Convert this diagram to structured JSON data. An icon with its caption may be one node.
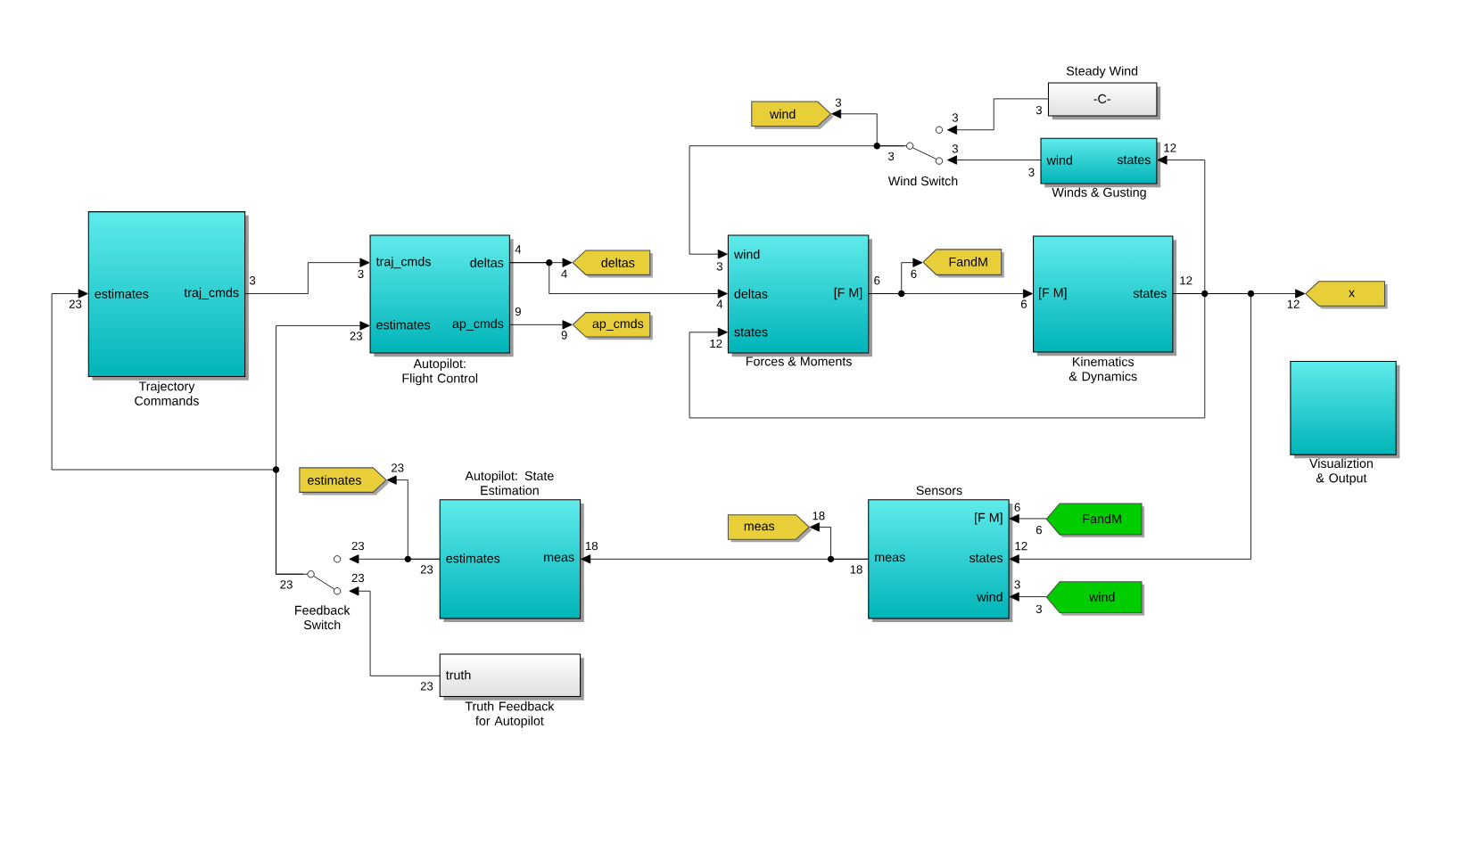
{
  "diagram": {
    "nodes": [
      {
        "text": [
          "estimates",
          "traj_cmds",
          "Trajectory Commands"
        ]
      },
      {
        "text": [
          "traj_cmds",
          "deltas",
          "estimates",
          "ap_cmds",
          "Autopilot: Flight Control"
        ]
      },
      {
        "text": [
          "deltas"
        ]
      },
      {
        "text": [
          "ap_cmds"
        ]
      },
      {
        "text": [
          "wind",
          "deltas",
          "states",
          "[F M]",
          "Forces & Moments"
        ]
      },
      {
        "text": [
          "FandM"
        ]
      },
      {
        "text": [
          "[F M]",
          "states",
          "Kinematics & Dynamics"
        ]
      },
      {
        "text": [
          "x"
        ]
      },
      {
        "text": [
          "wind"
        ]
      },
      {
        "text": [
          "Wind Switch"
        ]
      },
      {
        "text": [
          "Steady Wind",
          "-C-"
        ]
      },
      {
        "text": [
          "wind",
          "states",
          "Winds & Gusting"
        ]
      },
      {
        "text": [
          "Visualiztion & Output"
        ]
      },
      {
        "text": [
          "estimates"
        ]
      },
      {
        "text": [
          "Autopilot: State Estimation",
          "estimates",
          "meas"
        ]
      },
      {
        "text": [
          "Feedback Switch"
        ]
      },
      {
        "text": [
          "truth",
          "Truth Feedback for Autopilot"
        ]
      },
      {
        "text": [
          "meas"
        ]
      },
      {
        "text": [
          "Sensors",
          "meas",
          "[F M]",
          "states",
          "wind"
        ]
      },
      {
        "text": [
          "FandM"
        ]
      },
      {
        "text": [
          "wind"
        ]
      }
    ],
    "edges": [
      {
        "from": 0,
        "to": 1,
        "arrow": "to"
      },
      {
        "from": 1,
        "to": 2,
        "arrow": "to"
      },
      {
        "from": 1,
        "to": 4,
        "arrow": "to"
      },
      {
        "from": 1,
        "to": 3,
        "arrow": "to"
      },
      {
        "from": 4,
        "to": 5,
        "arrow": "to"
      },
      {
        "from": 4,
        "to": 6,
        "arrow": "to"
      },
      {
        "from": 6,
        "to": 7,
        "arrow": "to"
      },
      {
        "from": 6,
        "to": 4,
        "arrow": "to"
      },
      {
        "from": 6,
        "to": 11,
        "arrow": "to"
      },
      {
        "from": 6,
        "to": 18,
        "arrow": "to"
      },
      {
        "from": 11,
        "to": 9,
        "arrow": "to"
      },
      {
        "from": 10,
        "to": 9,
        "arrow": "to"
      },
      {
        "from": 9,
        "to": 4,
        "arrow": "to"
      },
      {
        "from": 9,
        "to": 8,
        "arrow": "to"
      },
      {
        "from": 18,
        "to": 14,
        "arrow": "to"
      },
      {
        "from": 18,
        "to": 17,
        "arrow": "to"
      },
      {
        "from": 19,
        "to": 18,
        "arrow": "to"
      },
      {
        "from": 20,
        "to": 18,
        "arrow": "to"
      },
      {
        "from": 14,
        "to": 15,
        "arrow": "to"
      },
      {
        "from": 14,
        "to": 13,
        "arrow": "to"
      },
      {
        "from": 16,
        "to": 15,
        "arrow": "to"
      },
      {
        "from": 15,
        "to": 0,
        "arrow": "to"
      },
      {
        "from": 15,
        "to": 1,
        "arrow": "to"
      }
    ],
    "labels": [
      "3",
      "23",
      "3",
      "23",
      "4",
      "9",
      "4",
      "9",
      "3",
      "3",
      "3",
      "3",
      "3",
      "12",
      "3",
      "3",
      "4",
      "12",
      "6",
      "6",
      "6",
      "12",
      "12",
      "23",
      "18",
      "6",
      "6",
      "23",
      "23",
      "18",
      "18",
      "12",
      "23",
      "23",
      "3",
      "3",
      "23"
    ]
  }
}
